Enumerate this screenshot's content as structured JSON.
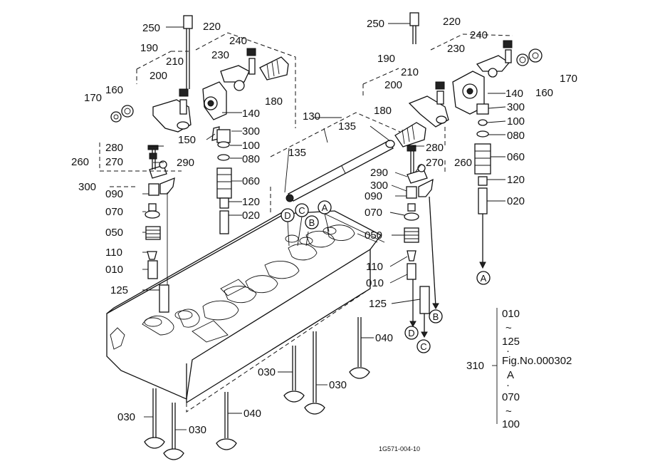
{
  "labels": {
    "p250_l": "250",
    "p220_l": "220",
    "p240_l": "240",
    "p230_l": "230",
    "p190_l": "190",
    "p210_l": "210",
    "p200_l": "200",
    "p180_l": "180",
    "p170_l": "170",
    "p160_l": "160",
    "p140_l": "140",
    "p150_l": "150",
    "p300_l": "300",
    "p100_l": "100",
    "p080_l": "080",
    "p060_l": "060",
    "p120_l": "120",
    "p020_l": "020",
    "p280_l": "280",
    "p270_l": "270",
    "p290_l": "290",
    "p260_l": "260",
    "p300_l2": "300",
    "p090_l": "090",
    "p070_l": "070",
    "p050_l": "050",
    "p110_l": "110",
    "p010_l": "010",
    "p125_l": "125",
    "p130": "130",
    "p135_a": "135",
    "p135_b": "135",
    "p250_r": "250",
    "p220_r": "220",
    "p240_r": "240",
    "p230_r": "230",
    "p170_r": "170",
    "p160_r": "160",
    "p190_r": "190",
    "p210_r": "210",
    "p200_r": "200",
    "p140_r": "140",
    "p300_r": "300",
    "p180_r": "180",
    "p100_r": "100",
    "p080_r": "080",
    "p060_r": "060",
    "p280_r": "280",
    "p270_r": "270",
    "p260_r": "260",
    "p290_r": "290",
    "p300_r2": "300",
    "p120_r": "120",
    "p020_r": "020",
    "p090_r": "090",
    "p070_r": "070",
    "p050_r": "050",
    "p110_r": "110",
    "p010_r": "010",
    "p125_r": "125",
    "p040_a": "040",
    "p030_a": "030",
    "p030_b": "030",
    "p030_c": "030",
    "p030_d": "030",
    "p040_b": "040",
    "p310": "310"
  },
  "circles": {
    "A_top": "A",
    "B_top": "B",
    "C_top": "C",
    "D_top": "D",
    "A_right": "A",
    "B_right": "B",
    "C_right": "C",
    "D_right": "D"
  },
  "reference": {
    "line1": "010",
    "tilde1": "~",
    "line2": "125",
    "fig": "Fig.No.000302",
    "line3": "A",
    "line4": "070",
    "tilde2": "~",
    "line5": "100"
  },
  "footer": {
    "code": "1G571-004-10"
  }
}
